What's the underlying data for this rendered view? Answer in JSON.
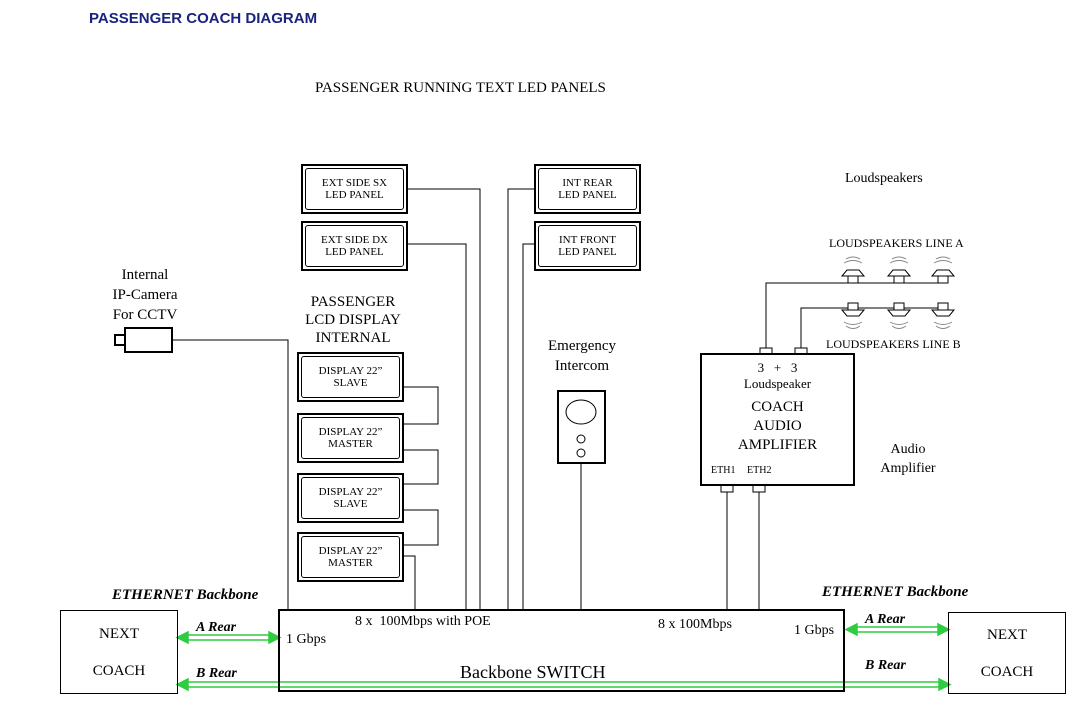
{
  "title": "PASSENGER COACH DIAGRAM",
  "led_panels": {
    "heading": "PASSENGER RUNNING TEXT LED PANELS",
    "ext_sx": "EXT SIDE SX\nLED PANEL",
    "ext_dx": "EXT SIDE DX\nLED PANEL",
    "int_rear": "INT REAR\nLED PANEL",
    "int_front": "INT FRONT\nLED PANEL"
  },
  "camera": {
    "label": "Internal\nIP-Camera\nFor CCTV"
  },
  "lcd": {
    "heading": "PASSENGER\nLCD DISPLAY\nINTERNAL",
    "displays": [
      "DISPLAY 22”\nSLAVE",
      "DISPLAY 22”\nMASTER",
      "DISPLAY 22”\nSLAVE",
      "DISPLAY 22”\nMASTER"
    ]
  },
  "intercom": {
    "label": "Emergency\nIntercom"
  },
  "loudspeakers": {
    "heading": "Loudspeakers",
    "line_a": "LOUDSPEAKERS LINE A",
    "line_b": "LOUDSPEAKERS LINE B"
  },
  "amplifier": {
    "count": "3   +   3",
    "count_sub": "Loudspeaker",
    "name": "COACH\nAUDIO\nAMPLIFIER",
    "eth1": "ETH1",
    "eth2": "ETH2",
    "side_label": "Audio\nAmplifier"
  },
  "backbone": {
    "left_label": "ETHERNET Backbone",
    "right_label": "ETHERNET Backbone",
    "switch_name": "Backbone SWITCH",
    "poe": "8 x  100Mbps with POE",
    "ports": "8 x 100Mbps",
    "gbps_left": "1 Gbps",
    "gbps_right": "1 Gbps",
    "a_rear": "A Rear",
    "b_rear": "B Rear",
    "link_color": "#2ecc40"
  },
  "next_coach_left": {
    "line1": "NEXT",
    "line2": "COACH"
  },
  "next_coach_right": {
    "line1": "NEXT",
    "line2": "COACH"
  }
}
